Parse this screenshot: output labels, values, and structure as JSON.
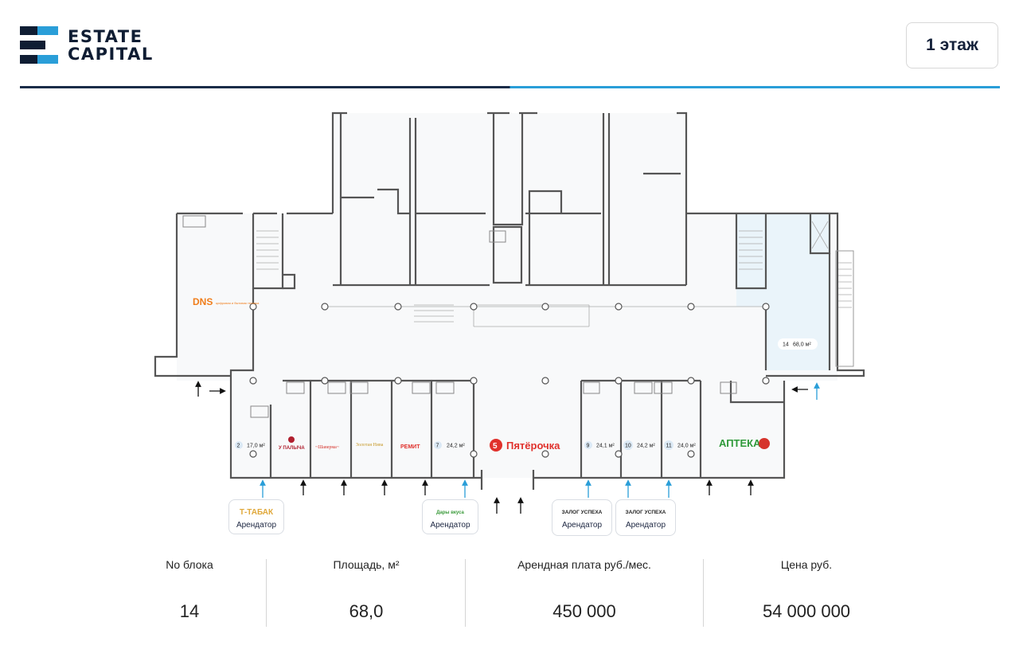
{
  "header": {
    "logo_line1": "ESTATE",
    "logo_line2": "CAPITAL",
    "floor_label": "1 этаж"
  },
  "colors": {
    "brand_dark": "#14213a",
    "brand_blue": "#2a9ed8",
    "selected_unit_fill": "#eaf4fa",
    "arrow_blue": "#2a9ed8",
    "arrow_black": "#111111"
  },
  "plan": {
    "anchor_tenants": [
      {
        "id": "dns",
        "label": "DNS",
        "sub": "цифровая и бытовая техника",
        "color": "#f07d1a"
      },
      {
        "id": "pyaterochka",
        "label": "Пятёрочка",
        "color": "#e0312c"
      },
      {
        "id": "apteka",
        "label": "АПТЕКА",
        "color": "#2f9a3a"
      }
    ],
    "shop_logos": [
      {
        "id": "u-palycha",
        "label": "У ПАЛЫЧА",
        "color": "#b01f2e"
      },
      {
        "id": "shaurma",
        "label": "~Шаверма~",
        "color": "#d6342c"
      },
      {
        "id": "zolotaya-niva",
        "label": "Золотая Нива",
        "color": "#c79a2a"
      },
      {
        "id": "remit",
        "label": "РЕМИТ",
        "color": "#e0312c"
      }
    ],
    "units": [
      {
        "number": "2",
        "area": "17,0 м²"
      },
      {
        "number": "7",
        "area": "24,2 м²"
      },
      {
        "number": "9",
        "area": "24,1 м²"
      },
      {
        "number": "10",
        "area": "24,2 м²"
      },
      {
        "number": "11",
        "area": "24,0 м²"
      },
      {
        "number": "14",
        "area": "68,0 м²",
        "selected": true
      }
    ],
    "tenant_cards": [
      {
        "brand": "Т-ТАБАК",
        "brand_color": "#e0a83a",
        "role": "Арендатор"
      },
      {
        "brand": "Дары вкуса",
        "brand_color": "#3a9a3a",
        "role": "Арендатор"
      },
      {
        "brand": "ЗАЛОГ УСПЕХА",
        "brand_color": "#222222",
        "role": "Арендатор"
      },
      {
        "brand": "ЗАЛОГ УСПЕХА",
        "brand_color": "#222222",
        "role": "Арендатор"
      }
    ]
  },
  "stats": {
    "columns": [
      {
        "header": "No блока",
        "value": "14"
      },
      {
        "header": "Площадь, м²",
        "value": "68,0"
      },
      {
        "header": "Арендная плата руб./мес.",
        "value": "450 000"
      },
      {
        "header": "Цена руб.",
        "value": "54 000 000"
      }
    ]
  }
}
